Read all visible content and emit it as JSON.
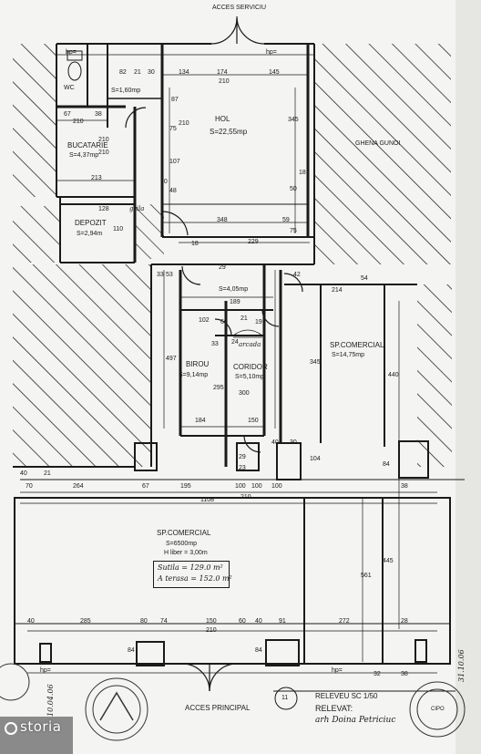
{
  "access": {
    "service": "ACCES SERVICIU",
    "main": "ACCES PRINCIPAL"
  },
  "rooms": {
    "wc": "WC",
    "bucatarie": {
      "name": "BUCATARIE",
      "area": "S=4,37mp"
    },
    "depozit": {
      "name": "DEPOZIT",
      "area": "S=2,94m"
    },
    "small_area": "S=1,60mp",
    "hol": {
      "name": "HOL",
      "area": "S=22,55mp"
    },
    "ghena": "GHENA GUNOI",
    "birou": {
      "name": "BIROU",
      "area": "S=9,14mp"
    },
    "coridor": {
      "name": "CORIDOR",
      "area": "S=5,10mp"
    },
    "small2": "S=4,05mp",
    "arcada": "arcada",
    "grila": "grila",
    "sp1": {
      "name": "SP.COMERCIAL",
      "area": "S=14,75mp"
    },
    "sp2": {
      "name": "SP.COMERCIAL",
      "area": "S=6500mp",
      "height": "H liber = 3,00m"
    }
  },
  "surfaces": {
    "sutila": "Sutila = 129.0 m²",
    "aterasa": "A terasa = 152.0 m²"
  },
  "dims": {
    "top": [
      "hp=",
      "82",
      "21",
      "30",
      "134",
      "174",
      "145",
      "210",
      "hp="
    ],
    "hol": [
      "87",
      "345",
      "210",
      "75",
      "107",
      "18",
      "50",
      "48",
      "10",
      "348",
      "59",
      "18",
      "229",
      "75"
    ],
    "kitchen": [
      "67",
      "38",
      "210",
      "213",
      "110",
      "210"
    ],
    "mid": [
      "29",
      "33",
      "53",
      "42",
      "54",
      "214",
      "189",
      "21",
      "60",
      "19",
      "24",
      "33",
      "102",
      "497",
      "295",
      "300",
      "345",
      "440",
      "184",
      "150",
      "40",
      "30"
    ],
    "row": [
      "70",
      "264",
      "67",
      "195",
      "100",
      "100",
      "100",
      "210",
      "38",
      "1108",
      "40",
      "104",
      "84",
      "21",
      "23",
      "29"
    ],
    "bottom": [
      "40",
      "285",
      "80",
      "74",
      "150",
      "60",
      "40",
      "91",
      "272",
      "28",
      "210",
      "84",
      "84",
      "561",
      "445",
      "32",
      "38",
      "hp="
    ],
    "left": [
      "128",
      "210"
    ]
  },
  "title": {
    "releveu": "RELEVEU SC 1/50",
    "relevat": "RELEVAT:",
    "arh": "arh Doina Petriciuc"
  },
  "stamps": {
    "date": "10.04.06",
    "side": "31.10.06",
    "seal_text": "CIPO",
    "num": "11"
  },
  "watermark": "storia",
  "colors": {
    "ink": "#1a1a1a",
    "paper": "#f4f4f2",
    "hatch": "#2a2a2a"
  }
}
